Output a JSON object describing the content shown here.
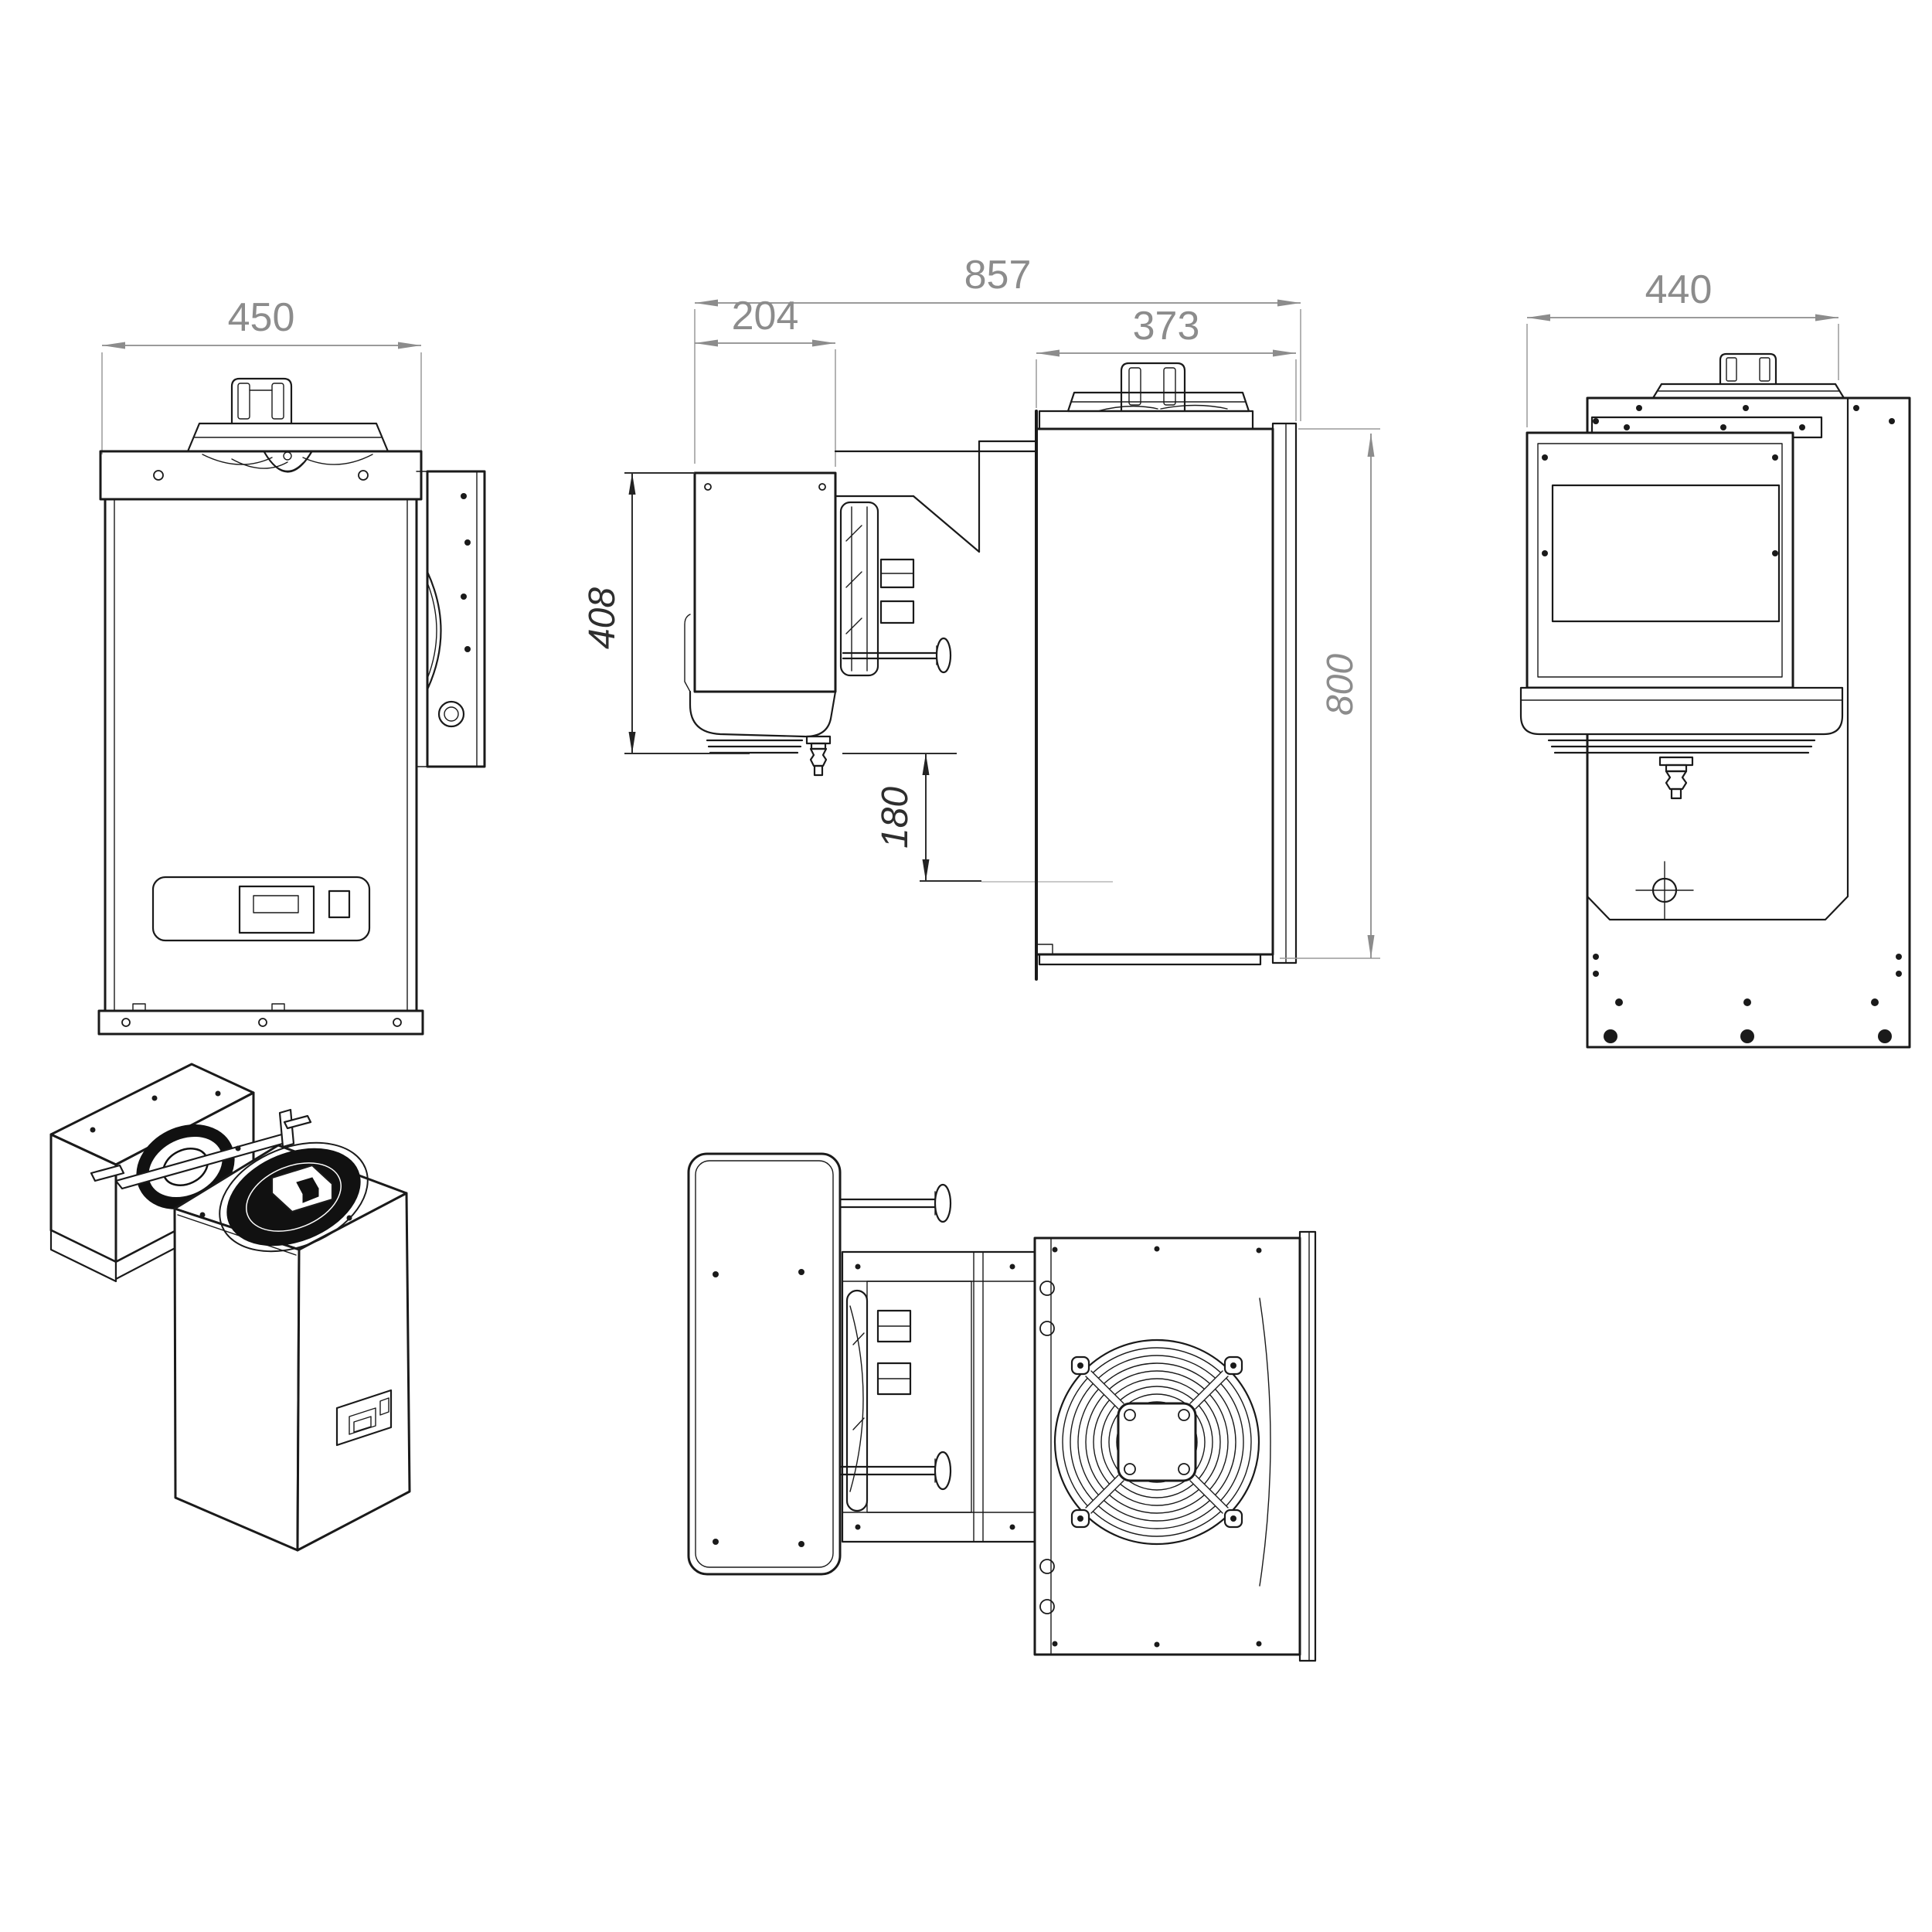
{
  "colors": {
    "background": "#ffffff",
    "line": "#1a1a1a",
    "dimension_gray": "#8c8c8c",
    "dimension_dark": "#2e2e2e",
    "faint_line": "#c9c9c9"
  },
  "dimensions": {
    "front_width": "450",
    "total_depth": "857",
    "inside_depth": "204",
    "outside_depth": "373",
    "back_width": "440",
    "evaporator_height": "408",
    "drain_height": "180",
    "unit_height": "800"
  }
}
